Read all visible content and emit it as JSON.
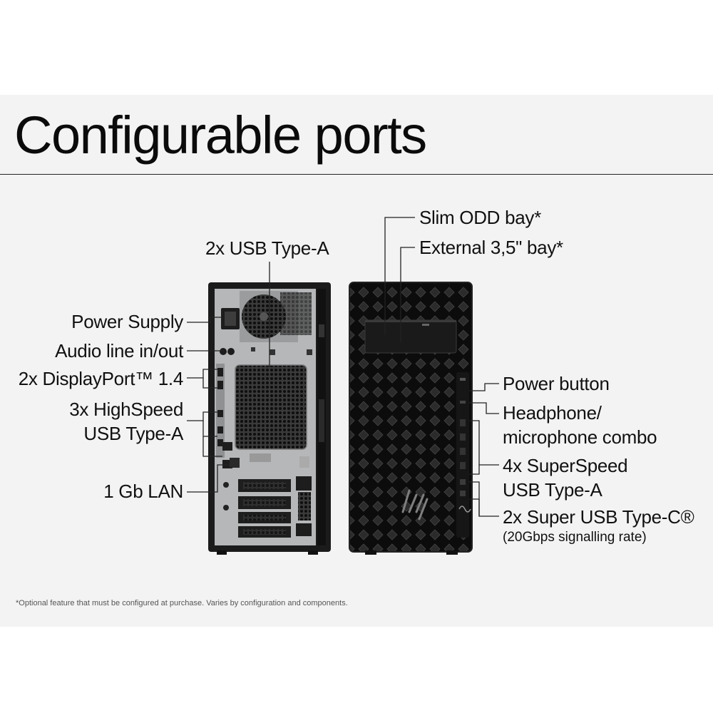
{
  "title": "Configurable ports",
  "rear_labels": {
    "usb_top": "2x USB Type-A",
    "power_supply": "Power Supply",
    "audio": "Audio line in/out",
    "displayport": "2x DisplayPort™ 1.4",
    "highspeed_line1": "3x HighSpeed",
    "highspeed_line2": "USB Type-A",
    "lan": "1 Gb LAN"
  },
  "front_labels": {
    "slim_odd": "Slim ODD bay*",
    "external_bay": "External 3,5\" bay*",
    "power_button": "Power button",
    "headphone_line1": "Headphone/",
    "headphone_line2": "microphone combo",
    "superspeed_line1": "4x SuperSpeed",
    "superspeed_line2": "USB Type-A",
    "usbc_line1": "2x Super USB Type-C®",
    "usbc_line2": "(20Gbps signalling rate)"
  },
  "footnote": "*Optional feature that must be configured at purchase. Varies by configuration and components.",
  "colors": {
    "band": "#f3f3f3",
    "chassis": "#1a1a1a",
    "panel": "#b7b9bb",
    "text": "#111111"
  }
}
